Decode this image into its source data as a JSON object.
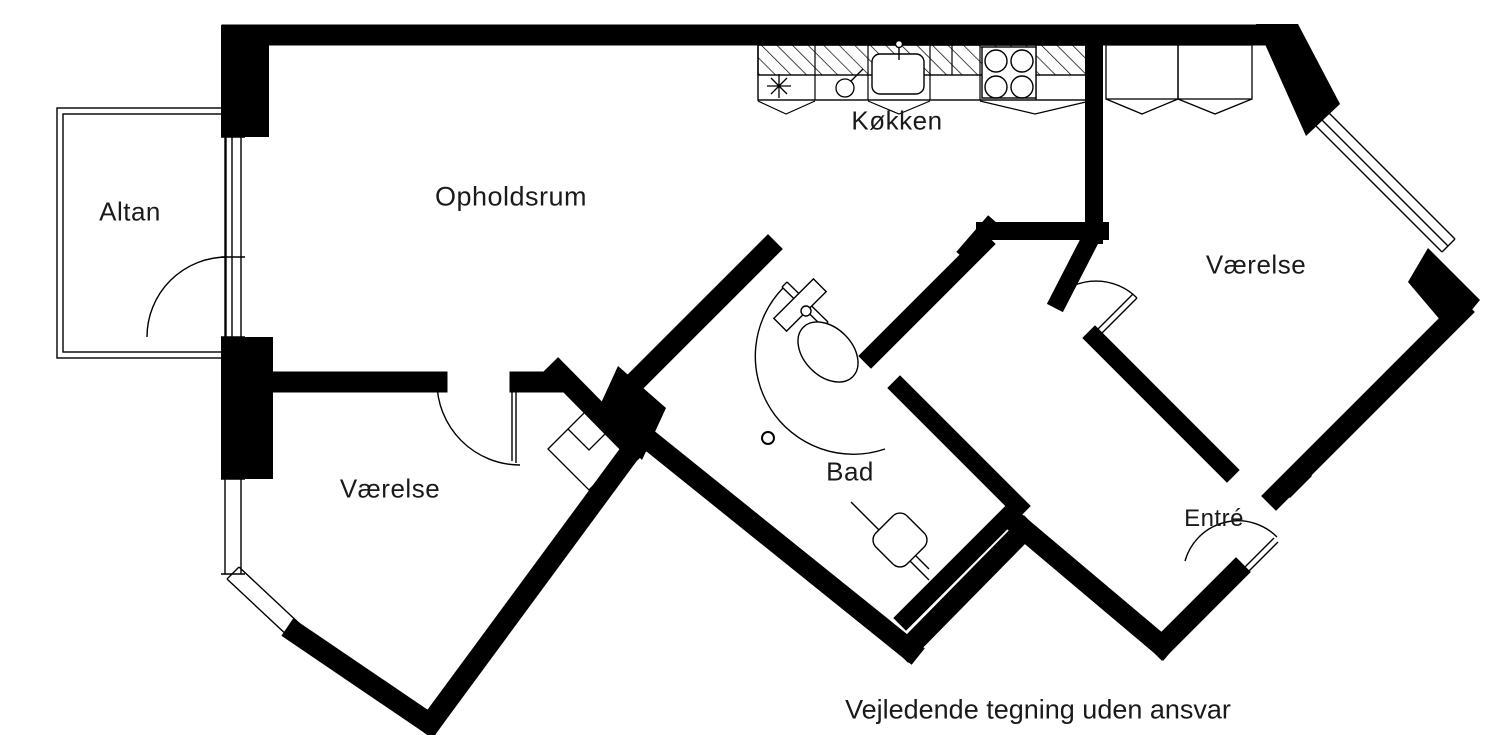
{
  "plan": {
    "type": "apartment-floor-plan",
    "rooms": {
      "balcony": {
        "label": "Altan"
      },
      "living_room": {
        "label": "Opholdsrum"
      },
      "kitchen": {
        "label": "Køkken"
      },
      "bedroom_right": {
        "label": "Værelse"
      },
      "bedroom_left": {
        "label": "Værelse"
      },
      "bathroom": {
        "label": "Bad"
      },
      "entry": {
        "label": "Entré"
      }
    },
    "disclaimer": "Vejledende tegning uden ansvar",
    "colors": {
      "walls": "#000000",
      "background": "#ffffff",
      "text": "#1a1a1a"
    },
    "fixtures": [
      "kitchen-counter",
      "kitchen-sink",
      "kitchen-stove",
      "fridge-symbol",
      "wardrobe-right-1",
      "wardrobe-right-2",
      "wardrobe-left",
      "toilet",
      "bath-sink",
      "balcony-door",
      "entrance-door"
    ]
  }
}
